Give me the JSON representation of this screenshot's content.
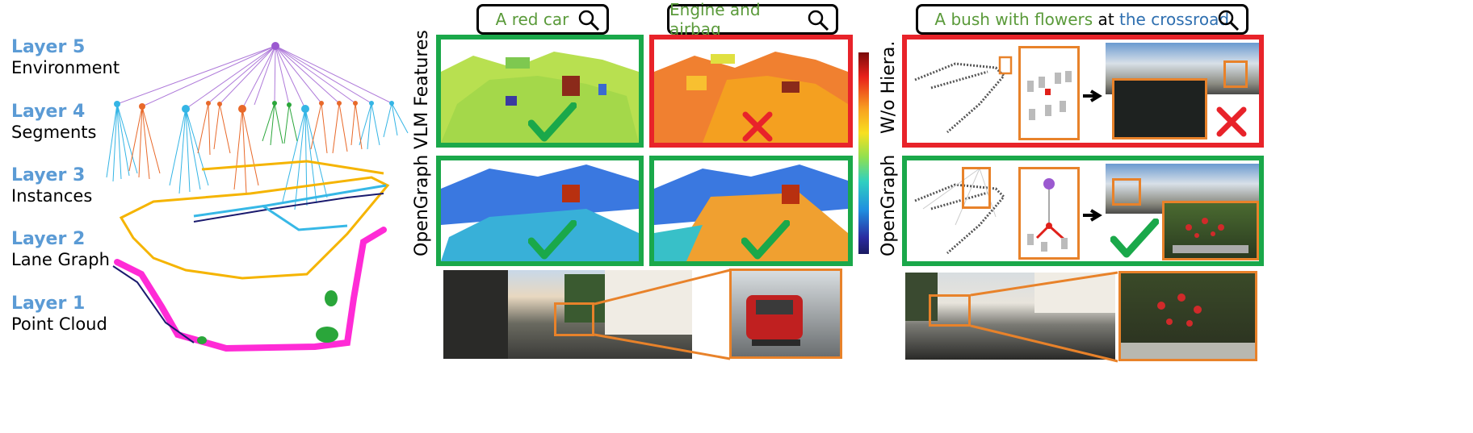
{
  "layers": [
    {
      "title": "Layer 5",
      "name": "Environment"
    },
    {
      "title": "Layer 4",
      "name": "Segments"
    },
    {
      "title": "Layer 3",
      "name": "Instances"
    },
    {
      "title": "Layer 2",
      "name": "Lane Graph"
    },
    {
      "title": "Layer 1",
      "name": "Point Cloud"
    }
  ],
  "queries": {
    "q1": "A red car",
    "q2": "Engine and airbag",
    "q3_part1": "A bush with flowers",
    "q3_part2": " at ",
    "q3_part3": "the crossroad"
  },
  "row_labels": {
    "vlm": "VLM Features",
    "opengraph": "OpenGraph",
    "wo_hiera": "W/o Hiera.",
    "opengraph2": "OpenGraph"
  },
  "colors": {
    "success_border": "#1aa84a",
    "fail_border": "#e8232a",
    "highlight": "#e8822a",
    "layer_label": "#5b9bd5"
  },
  "icons": [
    "magnifier-icon",
    "check-icon",
    "cross-icon",
    "arrow-right-icon"
  ]
}
